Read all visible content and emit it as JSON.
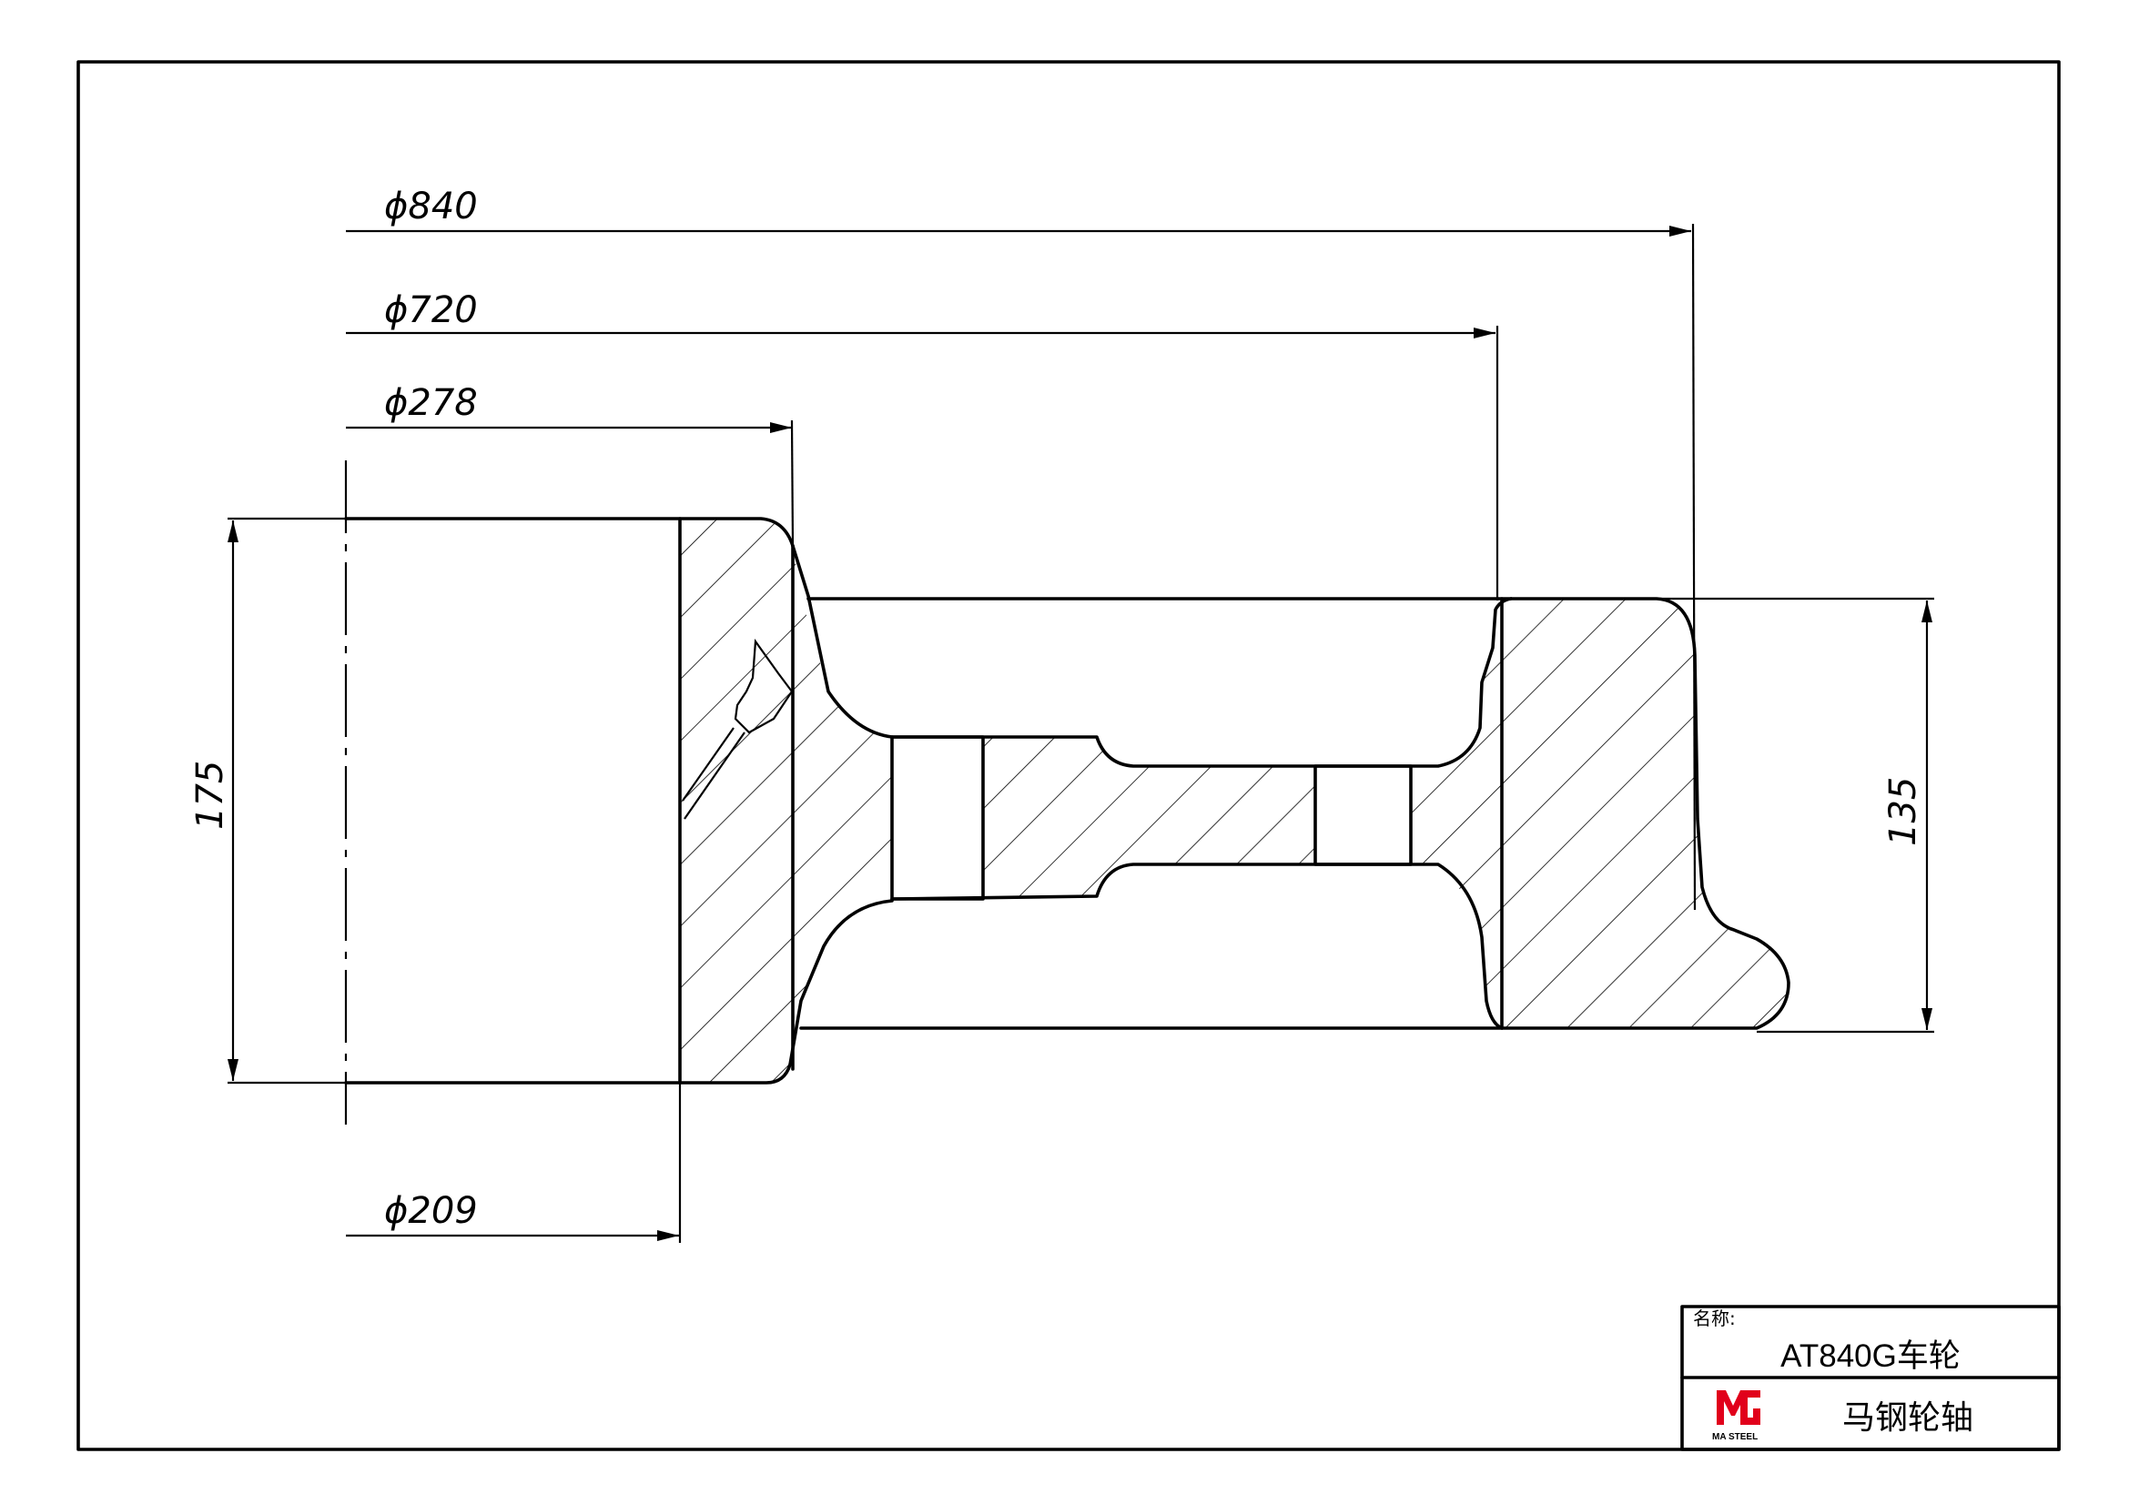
{
  "dimensions": {
    "d840": "ϕ840",
    "d720": "ϕ720",
    "d278": "ϕ278",
    "d209": "ϕ209",
    "h175": "175",
    "h135": "135"
  },
  "title_block": {
    "name_label": "名称:",
    "part_name": "AT840G车轮",
    "company": "马钢轮轴",
    "logo_text": "MA STEEL"
  },
  "colors": {
    "line": "#000000",
    "logo": "#e1001b",
    "background": "#ffffff"
  }
}
